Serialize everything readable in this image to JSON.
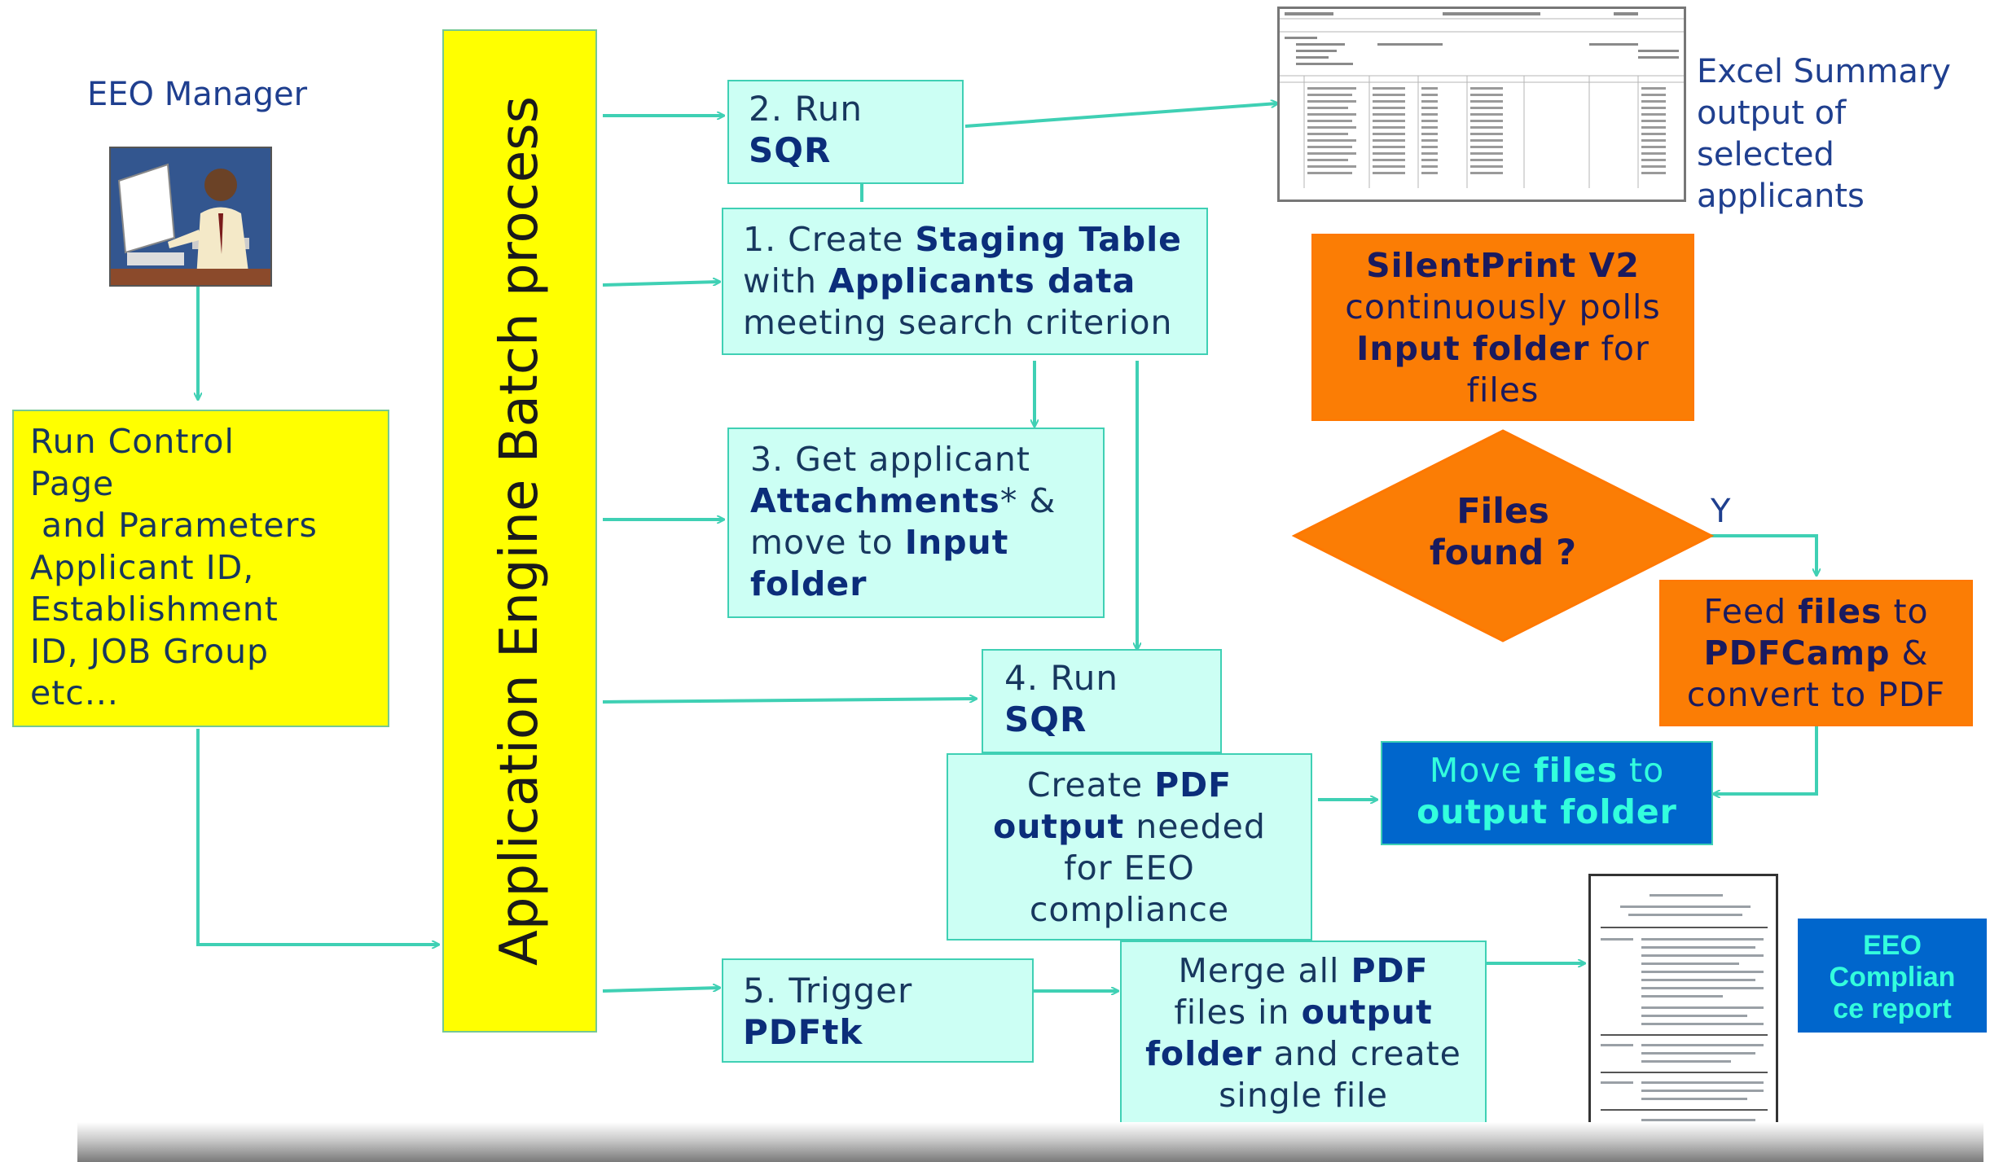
{
  "actor": {
    "label": "EEO Manager",
    "icon": "office-worker-at-computer-icon"
  },
  "run_control": {
    "lines": [
      "Run Control",
      "Page",
      " and Parameters",
      "Applicant ID,",
      "Establishment",
      "ID, JOB Group",
      "etc..."
    ]
  },
  "batch_process": {
    "label": "Application Engine Batch process"
  },
  "step2": {
    "l1": "2. Run",
    "l2": "SQR"
  },
  "step1": {
    "a": "1. Create ",
    "b": "Staging Table",
    "c": "with ",
    "d": "Applicants data",
    "e": "meeting search criterion"
  },
  "step3": {
    "l1": "3. Get applicant",
    "l2b": "Attachments",
    "l2": "* &",
    "l3a": "move to ",
    "l3b": "Input",
    "l4": "folder"
  },
  "step4": {
    "l1": "4. Run",
    "l2": "SQR"
  },
  "create_pdf": {
    "a": "Create ",
    "b": "PDF",
    "c": "output",
    "d": " needed",
    "e": "for EEO",
    "f": "compliance"
  },
  "step5": {
    "l1": "5. Trigger",
    "l2": "PDFtk"
  },
  "merge": {
    "a": "Merge all ",
    "b": "PDF",
    "c": "files in ",
    "d": "output",
    "e": "folder",
    "f": " and create",
    "g": "single file"
  },
  "excel_label": {
    "l1": "Excel Summary",
    "l2": "output of selected",
    "l3": "applicants"
  },
  "silentprint": {
    "l1": "SilentPrint V2",
    "l2": "continuously polls",
    "l3b": "Input folder",
    "l3": " for",
    "l4": "files"
  },
  "decision": {
    "l1": "Files",
    "l2": "found ?",
    "yes": "Y"
  },
  "feed": {
    "a": "Feed ",
    "b": "files",
    "c": " to",
    "d": "PDFCamp",
    "e": " &",
    "f": "convert to PDF"
  },
  "move": {
    "a": "Move ",
    "b": "files",
    "c": " to",
    "d": "output folder"
  },
  "eeo_report": {
    "l1": "EEO",
    "l2": "Complian",
    "l3": "ce report"
  },
  "colors": {
    "teal_box": "#ccfff4",
    "teal_border": "#3fd0b4",
    "arrow": "#3fd0b4",
    "yellow": "#ffff00",
    "orange": "#fb7d05",
    "blue": "#0066cc",
    "text_dark_blue": "#17375e"
  }
}
